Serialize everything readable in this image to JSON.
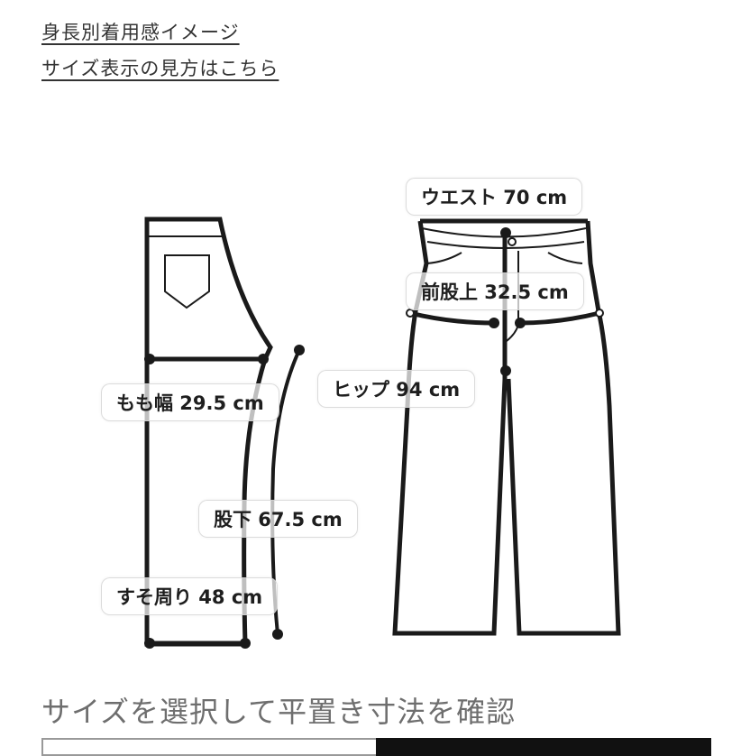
{
  "links": {
    "height_fit_image": "身長別着用感イメージ",
    "how_to_read_size": "サイズ表示の見方はこちら"
  },
  "measurements": {
    "waist": "ウエスト 70 cm",
    "front_rise": "前股上 32.5 cm",
    "hip": "ヒップ 94 cm",
    "thigh_width": "もも幅 29.5 cm",
    "inseam": "股下 67.5 cm",
    "hem_circumference": "すそ周り 48 cm"
  },
  "size_section": {
    "heading": "サイズを選択して平置き寸法を確認",
    "tabs": [
      {
        "label": "",
        "active": false
      },
      {
        "label": "",
        "active": true
      }
    ]
  },
  "colors": {
    "line": "#1a1a1a",
    "heading_text": "#6e6e6e",
    "link_text": "#333333",
    "active_tab": "#111111"
  }
}
